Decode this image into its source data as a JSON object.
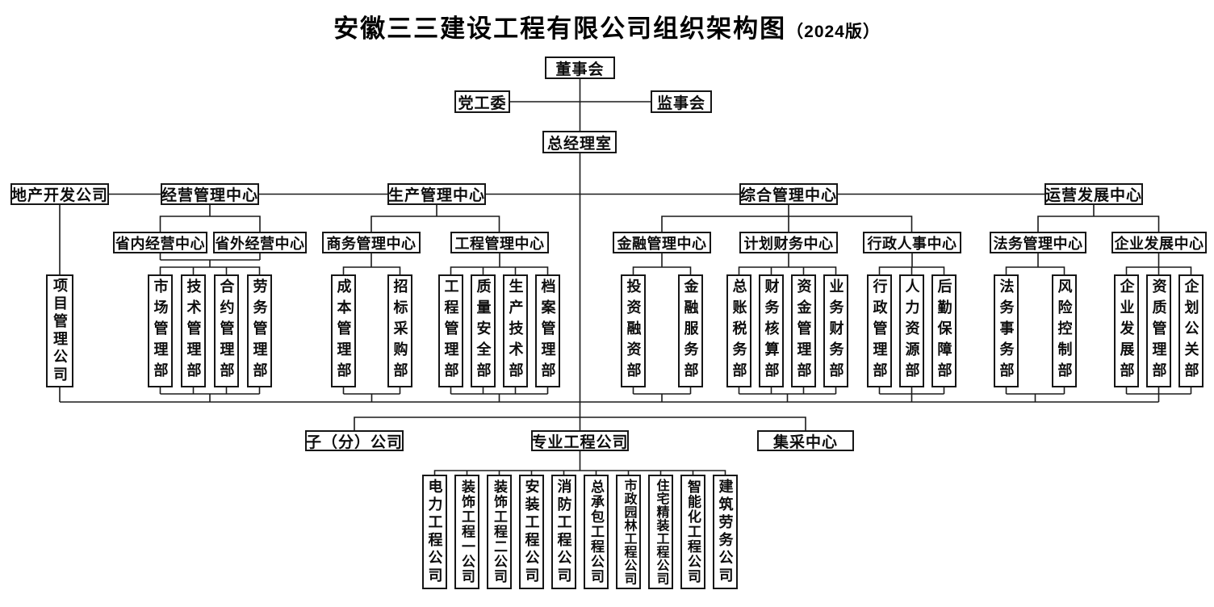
{
  "title": {
    "main": "安徽三三建设工程有限公司组织架构图",
    "edition": "（2024版）"
  },
  "nodes": {
    "board": "董事会",
    "party_committee": "党工委",
    "supervisory_board": "监事会",
    "gm_office": "总经理室",
    "level2": {
      "real_estate": "地产开发公司",
      "business_mgmt": "经营管理中心",
      "production_mgmt": "生产管理中心",
      "general_mgmt": "综合管理中心",
      "operation_dev": "运营发展中心"
    },
    "level3": {
      "provincial_inside": "省内经营中心",
      "provincial_outside": "省外经营中心",
      "commerce": "商务管理中心",
      "engineering": "工程管理中心",
      "finance": "金融管理中心",
      "planning_finance": "计划财务中心",
      "admin_hr": "行政人事中心",
      "legal": "法务管理中心",
      "enterprise_dev": "企业发展中心"
    },
    "project_company": "项目管理公司",
    "departments": {
      "business": [
        "市场管理部",
        "技术管理部",
        "合约管理部",
        "劳务管理部"
      ],
      "commerce": [
        "成本管理部",
        "招标采购部"
      ],
      "engineering": [
        "工程管理部",
        "质量安全部",
        "生产技术部",
        "档案管理部"
      ],
      "finance": [
        "投资融资部",
        "金融服务部"
      ],
      "planning_finance": [
        "总账税务部",
        "财务核算部",
        "资金管理部",
        "业务财务部"
      ],
      "admin_hr": [
        "行政管理部",
        "人力资源部",
        "后勤保障部"
      ],
      "legal": [
        "法务事务部",
        "风险控制部"
      ],
      "enterprise_dev": [
        "企业发展部",
        "资质管理部",
        "企划公关部"
      ]
    },
    "bottom": {
      "subsidiaries": "子（分）公司",
      "professional": "专业工程公司",
      "procurement": "集采中心"
    },
    "companies": [
      "电力工程公司",
      "装饰工程一公司",
      "装饰工程二公司",
      "安装工程公司",
      "消防工程公司",
      "总承包工程公司",
      "市政园林工程公司",
      "住宅精装工程公司",
      "智能化工程公司",
      "建筑劳务公司"
    ]
  },
  "colors": {
    "line": "#1a1a1a",
    "box_border": "#161616",
    "text": "#0d0d0d",
    "background": "#ffffff"
  }
}
